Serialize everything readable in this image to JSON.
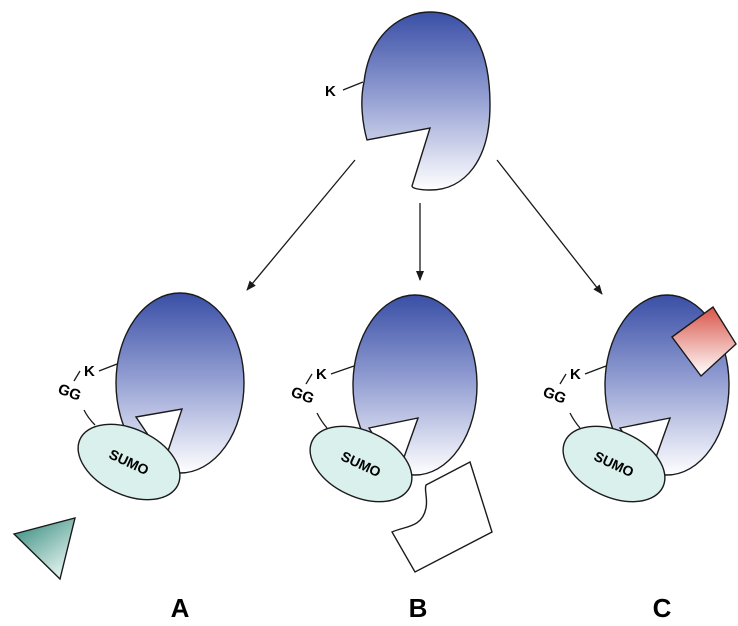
{
  "substrate": {
    "residue_label": "K"
  },
  "sumo": {
    "label": "SUMO",
    "linker_label": "GG",
    "residue_label": "K"
  },
  "panels": [
    {
      "letter": "A"
    },
    {
      "letter": "B"
    },
    {
      "letter": "C"
    }
  ],
  "colors": {
    "protein_top": "#3a4fa6",
    "protein_bottom": "#ffffff",
    "sumo_fill": "#d9f0ec",
    "triangle_dark": "#2d8577",
    "triangle_light": "#dff3ef",
    "square_top": "#d9554a",
    "square_bottom": "#ffffff",
    "outline": "#1a1a1a"
  }
}
